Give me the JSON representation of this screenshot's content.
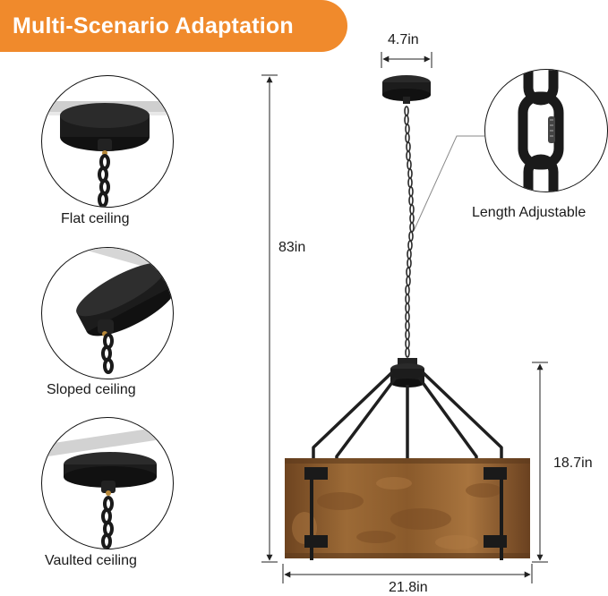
{
  "banner": {
    "title": "Multi-Scenario Adaptation",
    "color": "#f08a2c"
  },
  "scenarios": [
    {
      "label": "Flat ceiling",
      "icon": "flat-ceiling-mount-icon"
    },
    {
      "label": "Sloped ceiling",
      "icon": "sloped-ceiling-mount-icon"
    },
    {
      "label": "Vaulted ceiling",
      "icon": "vaulted-ceiling-mount-icon"
    }
  ],
  "chain_detail": {
    "label": "Length Adjustable",
    "icon": "chain-carabiner-icon"
  },
  "dimensions": {
    "canopy_width": "4.7in",
    "total_height": "83in",
    "shade_height": "18.7in",
    "shade_width": "21.8in"
  },
  "colors": {
    "wood": "#8a5a2b",
    "metal": "#1f1f1f"
  }
}
